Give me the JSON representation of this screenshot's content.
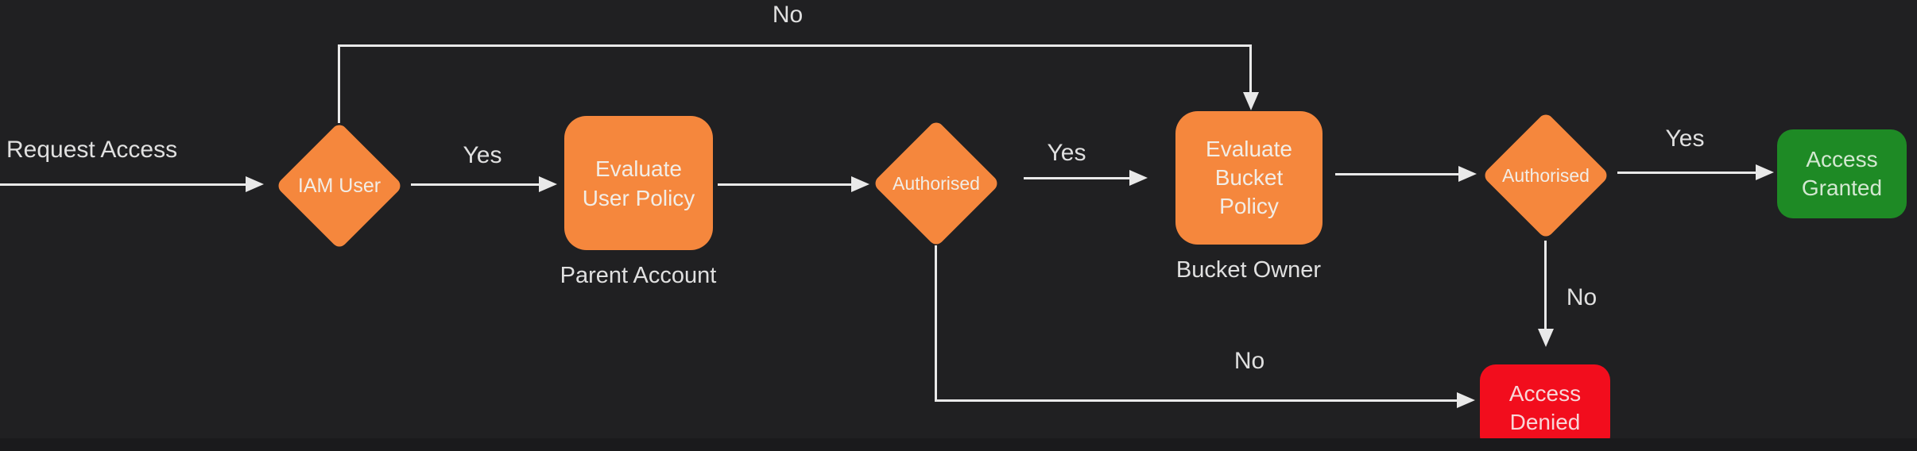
{
  "colors": {
    "background": "#202022",
    "bottom_strip": "#1a1a1c",
    "connector": "#e9e9e9",
    "node_orange": "#f5873d",
    "node_green": "#1e8a25",
    "node_red": "#f20d1d",
    "node_text": "#f2ede6",
    "green_text": "#d3e8d1",
    "red_text": "#f8d6d8",
    "label_text": "#e0e0e0"
  },
  "nodes": {
    "request_access": {
      "label": "Request Access"
    },
    "iam_user": {
      "label": "IAM User"
    },
    "evaluate_user_policy": {
      "label": "Evaluate\nUser Policy",
      "caption": "Parent Account"
    },
    "authorised_1": {
      "label": "Authorised"
    },
    "evaluate_bucket_policy": {
      "label": "Evaluate\nBucket\nPolicy",
      "caption": "Bucket Owner"
    },
    "authorised_2": {
      "label": "Authorised"
    },
    "access_granted": {
      "label": "Access\nGranted"
    },
    "access_denied": {
      "label": "Access\nDenied"
    }
  },
  "edge_labels": {
    "iam_user_yes": "Yes",
    "iam_user_no": "No",
    "authorised_1_yes": "Yes",
    "authorised_1_no": "No",
    "authorised_2_yes": "Yes",
    "authorised_2_no": "No"
  }
}
